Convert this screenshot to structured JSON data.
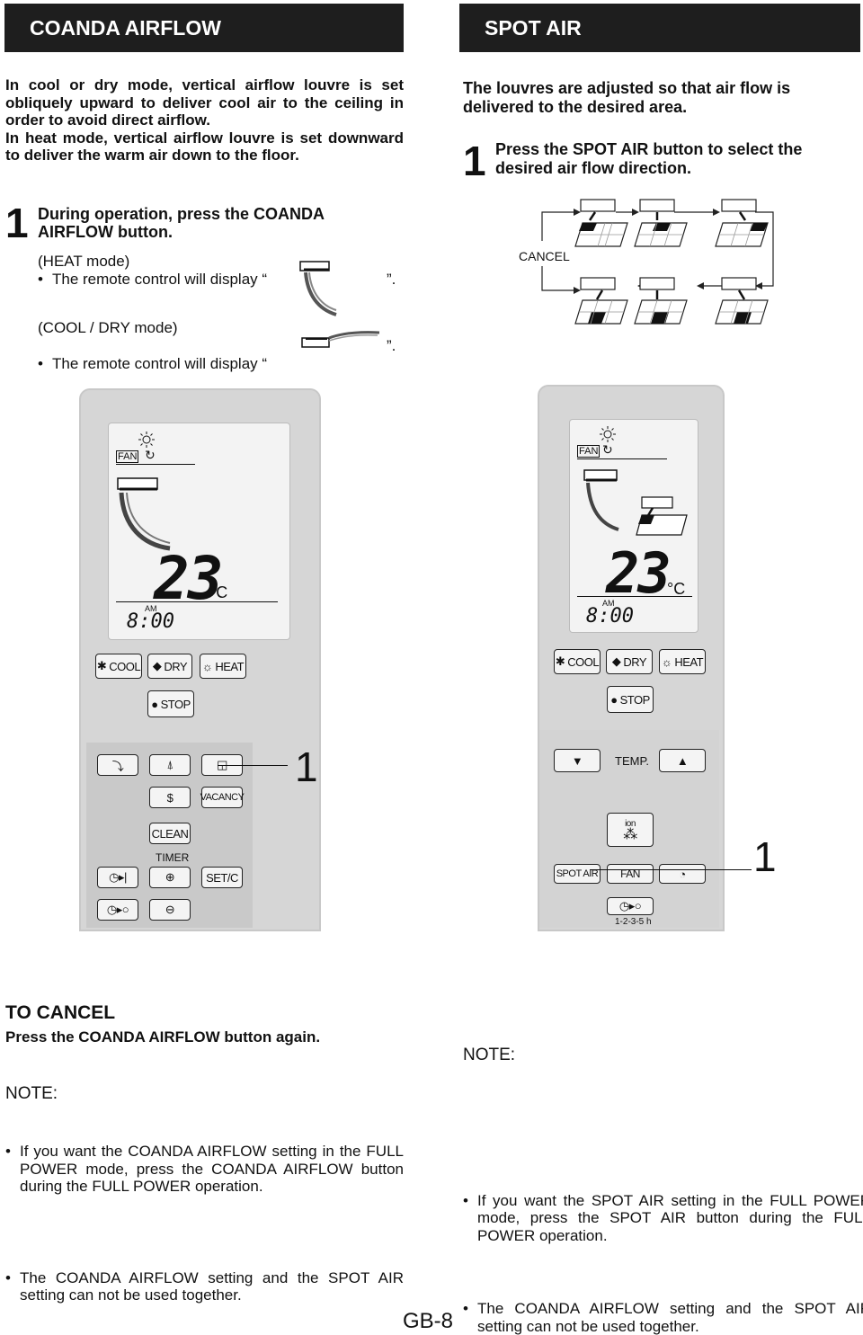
{
  "left": {
    "header": "COANDA AIRFLOW",
    "intro": "In cool or dry mode, vertical airflow louvre is set obliquely upward to deliver cool air to the ceiling in order to avoid direct airflow.",
    "intro2": "In heat mode, vertical airflow louvre is set downward to deliver the warm air down to the floor.",
    "step_num": "1",
    "step_text": "During operation, press the COANDA AIRFLOW button.",
    "heat_label": "(HEAT mode)",
    "heat_display": "The remote control will display “",
    "cool_label": "(COOL / DRY mode)",
    "cool_display": "The remote control will display “",
    "display_end": "”.",
    "callout": "1",
    "cancel_title": "TO CANCEL",
    "cancel_text": "Press the COANDA AIRFLOW button again.",
    "note_title": "NOTE:",
    "notes": [
      "If you want the COANDA AIRFLOW setting in the FULL POWER mode, press the COANDA AIRFLOW button during the FULL POWER operation.",
      "The COANDA AIRFLOW setting and the SPOT AIR setting can not be used together."
    ]
  },
  "right": {
    "header": "SPOT AIR",
    "intro": "The louvres are adjusted so that air flow is delivered to the desired area.",
    "step_num": "1",
    "step_text": "Press the SPOT AIR button to select the desired air flow direction.",
    "cancel_label": "CANCEL",
    "callout": "1",
    "note_title": "NOTE:",
    "notes": [
      "If you want the SPOT AIR setting in the FULL POWER mode, press the SPOT AIR button during the FULL POWER operation.",
      "The COANDA AIRFLOW setting and the SPOT AIR setting can not be used together."
    ]
  },
  "remote": {
    "fan_label": "FAN",
    "temp": "23",
    "unit": "°C",
    "am": "AM",
    "time": "8:00",
    "cool": "COOL",
    "dry": "DRY",
    "heat": "HEAT",
    "stop": "STOP",
    "vacancy": "VACANCY",
    "clean": "CLEAN",
    "timer": "TIMER",
    "setc": "SET/C",
    "temp_label": "TEMP.",
    "ion": "ion",
    "spot_air": "SPOT AIR",
    "fan_btn": "FAN",
    "hours": "1-2-3-5 h",
    "money": "$"
  },
  "footer": {
    "page": "GB-8"
  }
}
